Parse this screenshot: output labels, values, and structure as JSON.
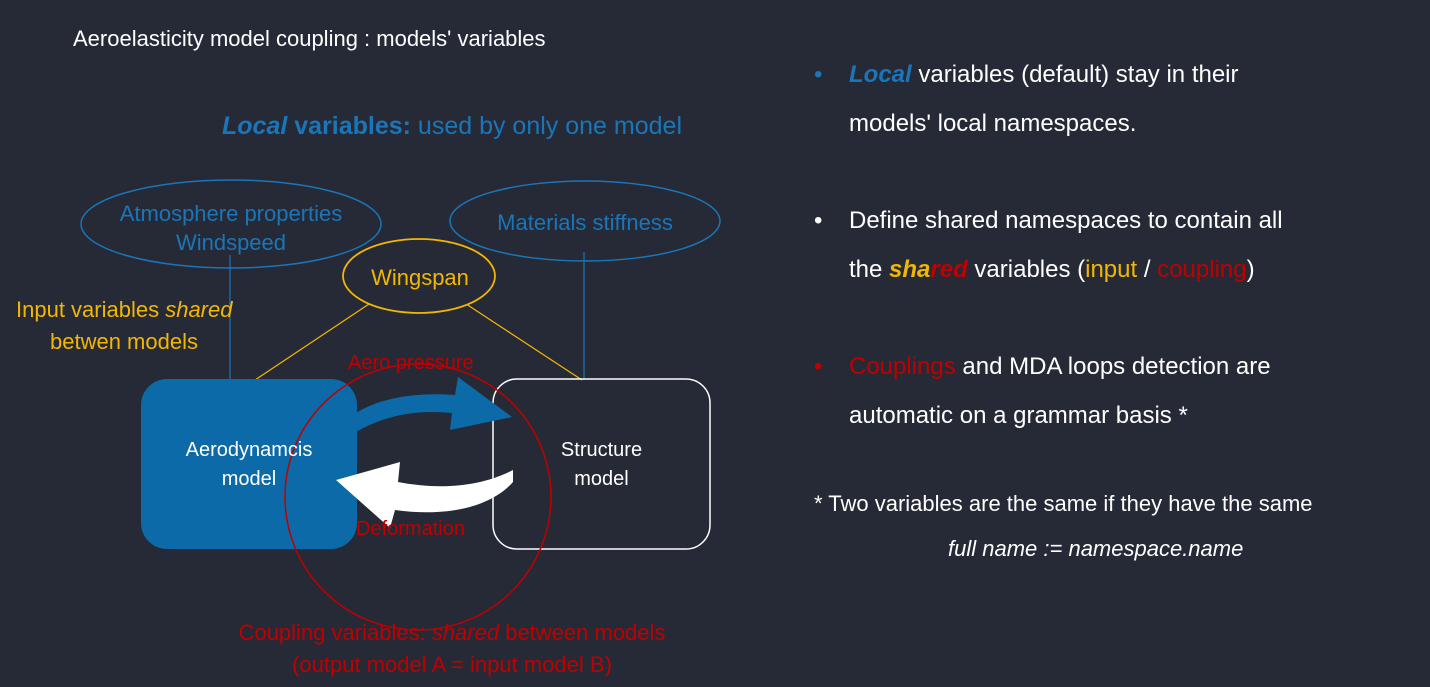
{
  "title": "Aeroelasticity model coupling : models' variables",
  "local_heading": {
    "bold_word": "Local",
    "bold_rest": " variables:",
    "rest": " used by only one model"
  },
  "input_shared": {
    "line1_prefix": "Input variables ",
    "line1_italic": "shared",
    "line2": "betwen models"
  },
  "coupling_shared": {
    "line1_prefix": "Coupling variables: ",
    "line1_italic": "shared",
    "line1_suffix": " between models",
    "line2": "(output  model A = input model B)"
  },
  "diagram": {
    "atmosphere_line1": "Atmosphere properties",
    "atmosphere_line2": "Windspeed",
    "materials": "Materials stiffness",
    "wingspan": "Wingspan",
    "aero_pressure": "Aero pressure",
    "deformation": "Deformation",
    "aero_model_line1": "Aerodynamcis",
    "aero_model_line2": "model",
    "structure_model_line1": "Structure",
    "structure_model_line2": "model"
  },
  "bullets": [
    {
      "dot": "•",
      "line1_italic": "Local",
      "line1_rest": " variables (default) stay in their",
      "line2": "models' local namespaces."
    },
    {
      "dot": "•",
      "line1": "Define shared namespaces to contain all",
      "line2_prefix": "the ",
      "line2_sha": "sha",
      "line2_red": "red",
      "line2_mid": " variables (",
      "line2_input": "input",
      "line2_slash": " / ",
      "line2_coupling": "coupling",
      "line2_end": ")"
    },
    {
      "dot": "•",
      "line1_red": "Couplings",
      "line1_rest": " and MDA loops detection are",
      "line2": "automatic on a grammar basis *"
    }
  ],
  "footnote": {
    "line1": "*  Two variables are the same if they have the same",
    "line2": "full name := namespace.name"
  },
  "colors": {
    "background": "#262936",
    "local_blue": "#1a76b8",
    "shared_yellow": "#f2b705",
    "coupling_red": "#c00000",
    "aero_box": "#0b6aa7"
  }
}
